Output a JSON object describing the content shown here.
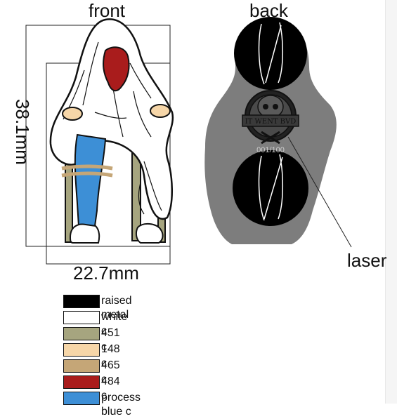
{
  "labels": {
    "front": "front",
    "back": "back",
    "height": "38.1mm",
    "width": "22.7mm",
    "laser": "laser",
    "back_text": "IT WENT BVD",
    "serial": "001/100"
  },
  "legend": [
    {
      "label": "raised metal",
      "color": "#000000"
    },
    {
      "label": "white c",
      "color": "#ffffff"
    },
    {
      "label": "451 c",
      "color": "#a6a57f"
    },
    {
      "label": "148 c",
      "color": "#f6d6a8"
    },
    {
      "label": "465 c",
      "color": "#c5a677"
    },
    {
      "label": "484 c",
      "color": "#a91c1c"
    },
    {
      "label": "process blue c",
      "color": "#3d8fd6"
    }
  ],
  "colors": {
    "back_body": "#7d7d7d",
    "chair": "#a6a57f",
    "skin": "#f6d6a8",
    "rope": "#c5a677",
    "stain": "#a91c1c",
    "jeans": "#3d8fd6"
  }
}
